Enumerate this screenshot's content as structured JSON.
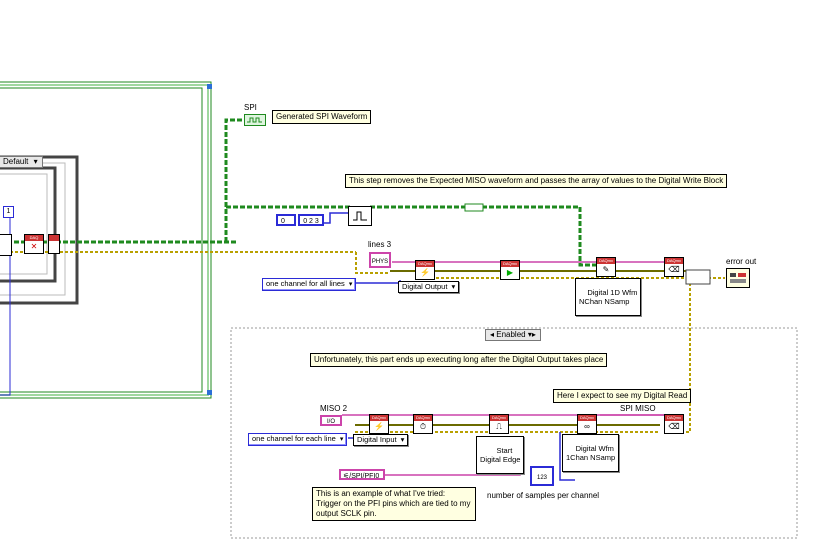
{
  "labels": {
    "spi": "SPI",
    "lines3": "lines 3",
    "miso2": "MISO 2",
    "spi_miso": "SPI MISO",
    "error_out": "error out",
    "num_samples": "number of samples per channel"
  },
  "notes": {
    "generated_spi_waveform": "Generated SPI Waveform",
    "removes_expected_miso": "This step removes the Expected MISO waveform and passes the array of values to the  Digital Write Block",
    "unfortunately": "Unfortunately, this part ends up executing long after the Digital Output takes place",
    "expect_digital_read": "Here I expect to see my Digital Read",
    "example_tried": "This is an example of what I've tried:\nTrigger on the PFI pins which are tied to my output SCLK pin."
  },
  "controls": {
    "case_default": "Default",
    "channel_all_lines": "one channel for all lines",
    "channel_each_line": "one channel for each line",
    "digital_output": "Digital Output",
    "digital_input": "Digital Input",
    "digital_1d_wfm": "Digital 1D Wfm\nNChan NSamp",
    "digital_wfm_1chan": "Digital Wfm\n1Chan NSamp",
    "start_digital_edge": "Start\nDigital Edge",
    "enabled_selector": "Enabled",
    "pfi_terminal": "/SPI/PFI0",
    "numeric_const_0": "0",
    "numeric_const_023": "0 2 3",
    "lines_const": "PHYS",
    "miso_const": "I/O",
    "num_samples_const": "123"
  },
  "icons": {
    "daqmx": "DAQmx",
    "spi_indicator": "digital-waveform-indicator-icon",
    "error_out": "error-cluster-indicator-icon"
  },
  "colors": {
    "wire_green": "#1f8a1f",
    "wire_yellow": "#b8a000",
    "wire_pink": "#cc44aa",
    "wire_blue": "#2b2bd6",
    "wire_olive": "#6b6b00",
    "frame_gray": "#444444",
    "note_bg": "#ffffe1"
  }
}
